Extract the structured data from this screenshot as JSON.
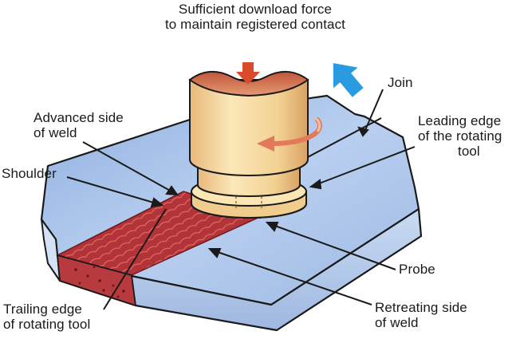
{
  "labels": {
    "force_line1": "Sufficient download force",
    "force_line2": "to maintain registered contact",
    "join": "Join",
    "leading_line1": "Leading edge",
    "leading_line2": "of the rotating",
    "leading_line3": "tool",
    "advanced_line1": "Advanced side",
    "advanced_line2": "of weld",
    "shoulder": "Shoulder",
    "probe": "Probe",
    "trailing_line1": "Trailing edge",
    "trailing_line2": "of rotating tool",
    "retreating_line1": "Retreating side",
    "retreating_line2": "of weld"
  },
  "colors": {
    "plate": "#a9c3e6",
    "plate_edge": "#7e9ccb",
    "weld": "#b5373c",
    "tool": "#f2d79a",
    "tool_shade": "#d9a96e",
    "force_arrow": "#d94b2b",
    "travel_arrow": "#2a9be0"
  }
}
